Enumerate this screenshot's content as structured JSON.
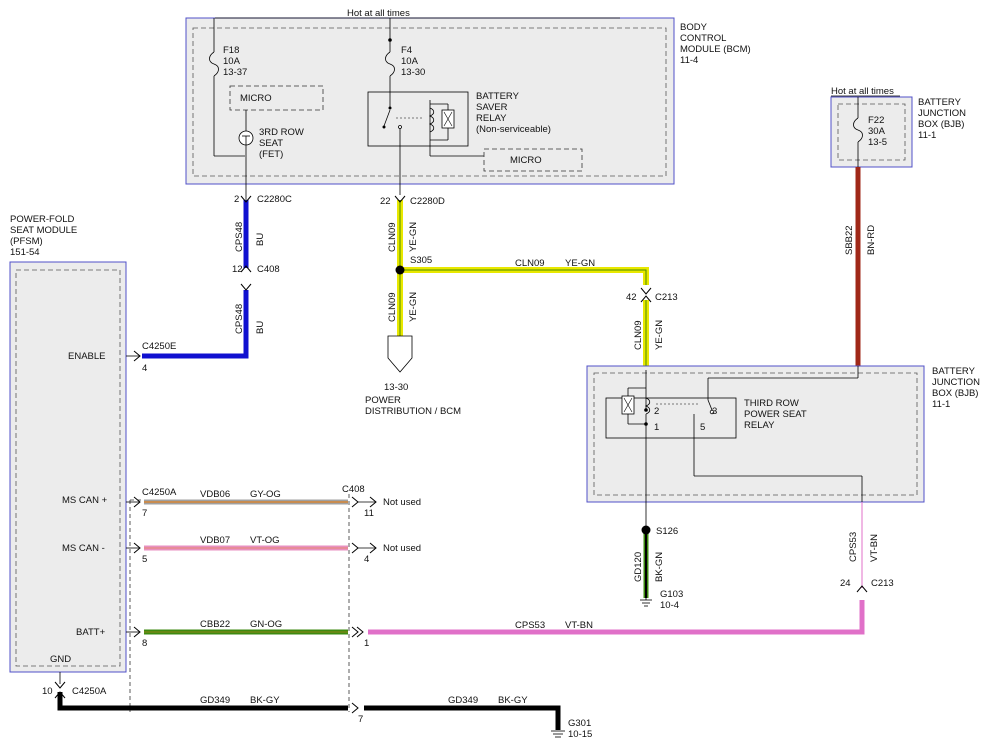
{
  "labels": {
    "hot_top": "Hot at all times",
    "hot_right": "Hot at all times",
    "bcm_title1": "BODY",
    "bcm_title2": "CONTROL",
    "bcm_title3": "MODULE (BCM)",
    "bcm_ref": "11-4",
    "f18_name": "F18",
    "f18_amp": "10A",
    "f18_ref": "13-37",
    "f4_name": "F4",
    "f4_amp": "10A",
    "f4_ref": "13-30",
    "micro_bcm_left": "MICRO",
    "micro_bcm_right": "MICRO",
    "fet1": "3RD ROW",
    "fet2": "SEAT",
    "fet3": "(FET)",
    "bsr1": "BATTERY",
    "bsr2": "SAVER",
    "bsr3": "RELAY",
    "bsr4": "(Non-serviceable)",
    "bjb_top1": "BATTERY",
    "bjb_top2": "JUNCTION",
    "bjb_top3": "BOX (BJB)",
    "bjb_top_ref": "11-1",
    "f22_name": "F22",
    "f22_amp": "30A",
    "f22_ref": "13-5",
    "pfsm1": "POWER-FOLD",
    "pfsm2": "SEAT MODULE",
    "pfsm3": "(PFSM)",
    "pfsm_ref": "151-54",
    "enable": "ENABLE",
    "mscan_p": "MS CAN +",
    "mscan_m": "MS CAN -",
    "batt": "BATT+",
    "gnd": "GND",
    "pin_c2280c": "2",
    "c2280c": "C2280C",
    "pin_c2280d": "22",
    "c2280d": "C2280D",
    "pin_c408_top": "12",
    "c408_top": "C408",
    "s305": "S305",
    "c4250e": "C4250E",
    "pin_c4250e": "4",
    "pd1": "13-30",
    "pd2": "POWER",
    "pd3": "DISTRIBUTION / BCM",
    "pin_c213_top": "42",
    "c213_top": "C213",
    "bjb_main1": "BATTERY",
    "bjb_main2": "JUNCTION",
    "bjb_main3": "BOX (BJB)",
    "bjb_main_ref": "11-1",
    "tr1": "THIRD ROW",
    "tr2": "POWER SEAT",
    "tr3": "RELAY",
    "relay_pin2": "2",
    "relay_pin3": "3",
    "relay_pin1": "1",
    "relay_pin5": "5",
    "c4250a_top": "C4250A",
    "c408_mid": "C408",
    "pin7_left": "7",
    "pin11": "11",
    "not_used1": "Not used",
    "pin5_left": "5",
    "pin4": "4",
    "not_used2": "Not used",
    "pin8": "8",
    "pin1": "1",
    "s126": "S126",
    "g103": "G103",
    "g103_ref": "10-4",
    "pin24": "24",
    "c213_bot": "C213",
    "pin10": "10",
    "c4250a_bot": "C4250A",
    "pin7_bot": "7",
    "g301": "G301",
    "g301_ref": "10-15"
  },
  "wires": {
    "cps48_upper_circuit": "CPS48",
    "cps48_upper_color": "BU",
    "cps48_lower_circuit": "CPS48",
    "cps48_lower_color": "BU",
    "cln09_v1_circuit": "CLN09",
    "cln09_v1_color": "YE-GN",
    "cln09_h_circuit": "CLN09",
    "cln09_h_color": "YE-GN",
    "cln09_v2_circuit": "CLN09",
    "cln09_v2_color": "YE-GN",
    "cln09_v3_circuit": "CLN09",
    "cln09_v3_color": "YE-GN",
    "sbb22_circuit": "SBB22",
    "sbb22_color": "BN-RD",
    "vdb06_circuit": "VDB06",
    "vdb06_color": "GY-OG",
    "vdb07_circuit": "VDB07",
    "vdb07_color": "VT-OG",
    "cbb22_circuit": "CBB22",
    "cbb22_color": "GN-OG",
    "cps53_h_circuit": "CPS53",
    "cps53_h_color": "VT-BN",
    "cps53_v_circuit": "CPS53",
    "cps53_v_color": "VT-BN",
    "gd120_circuit": "GD120",
    "gd120_color": "BK-GN",
    "gd349_a_circuit": "GD349",
    "gd349_a_color": "BK-GY",
    "gd349_b_circuit": "GD349",
    "gd349_b_color": "BK-GY"
  },
  "colors": {
    "blue": "#1010d0",
    "yellow": "#e8e800",
    "yellow_stripe": "#4a8a00",
    "brown": "#a02818",
    "pink": "#e070c8",
    "green": "#3d8a10",
    "black": "#000000",
    "box_fill": "#ececec",
    "box_border": "#5050c8"
  }
}
